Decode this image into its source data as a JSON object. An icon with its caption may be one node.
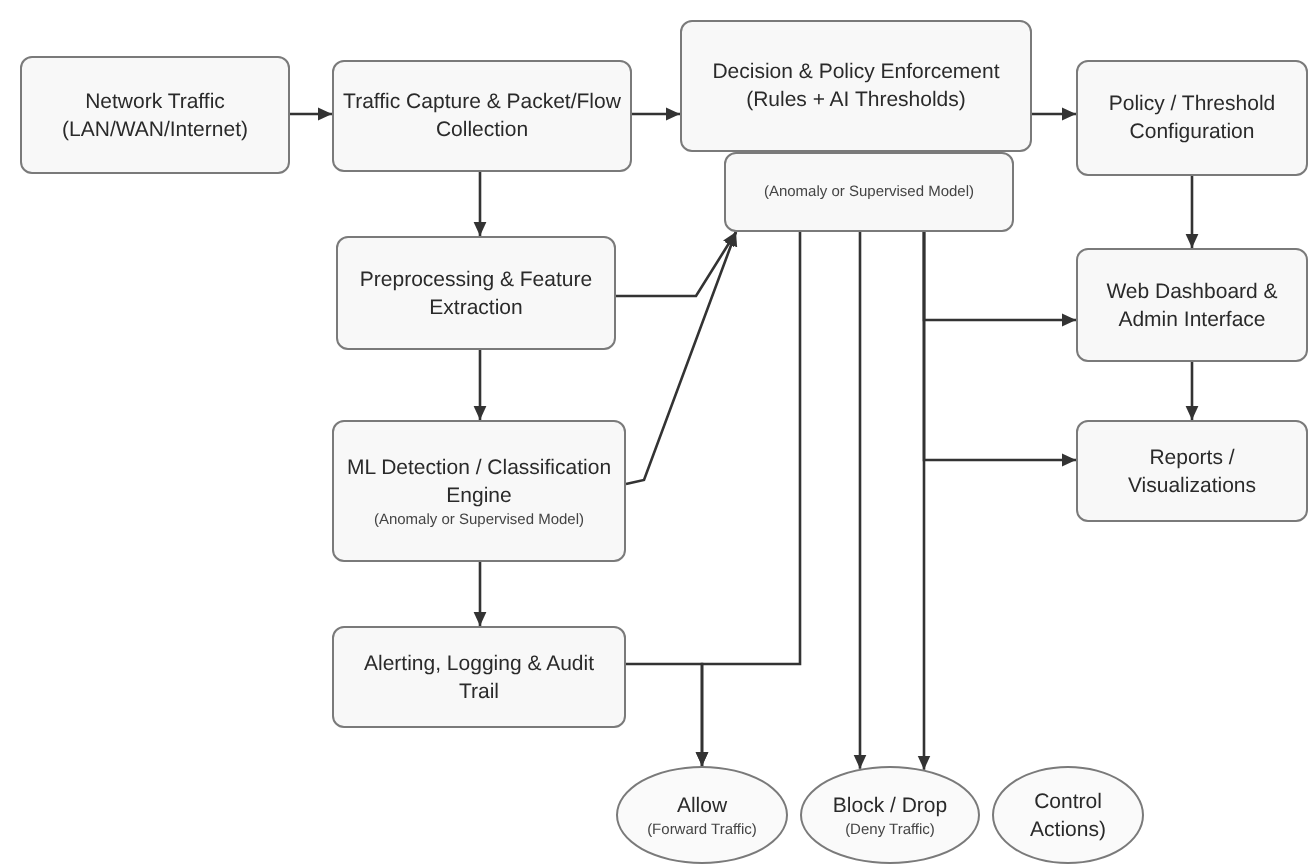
{
  "diagram": {
    "nodes": [
      {
        "text": [
          "Network Traffic",
          "(LAN/WAN/Internet)"
        ]
      },
      {
        "text": [
          "Traffic Capture & Packet/Flow Collection"
        ]
      },
      {
        "text": [
          "Decision & Policy Enforcement",
          "(Rules + AI Thresholds)"
        ]
      },
      {
        "text": [
          "(Anomaly or Supervised Model)"
        ]
      },
      {
        "text": [
          "Policy / Threshold Configuration"
        ]
      },
      {
        "text": [
          "Preprocessing & Feature Extraction"
        ]
      },
      {
        "text": [
          "Web Dashboard & Admin Interface"
        ]
      },
      {
        "text": [
          "ML Detection / Classification Engine",
          "(Anomaly or Supervised Model)"
        ]
      },
      {
        "text": [
          "Reports / Visualizations"
        ]
      },
      {
        "text": [
          "Alerting, Logging & Audit Trail"
        ]
      },
      {
        "text": [
          "Allow",
          "(Forward Traffic)"
        ]
      },
      {
        "text": [
          "Block / Drop",
          "(Deny Traffic)"
        ]
      },
      {
        "text": [
          "Control Actions)"
        ]
      }
    ],
    "edges": [
      {
        "from": 0,
        "to": 1,
        "arrow": "to"
      },
      {
        "from": 1,
        "to": 2,
        "arrow": "to"
      },
      {
        "from": 2,
        "to": 4,
        "arrow": "to"
      },
      {
        "from": 1,
        "to": 5,
        "arrow": "to"
      },
      {
        "from": 5,
        "to": 7,
        "arrow": "to"
      },
      {
        "from": 7,
        "to": 9,
        "arrow": "to"
      },
      {
        "from": 5,
        "to": 3,
        "arrow": "to"
      },
      {
        "from": 7,
        "to": 3,
        "arrow": "to"
      },
      {
        "from": 3,
        "to": 10,
        "arrow": "to"
      },
      {
        "from": 9,
        "to": 10,
        "arrow": "to"
      },
      {
        "from": 3,
        "to": 11,
        "arrow": "to"
      },
      {
        "from": 3,
        "to": 11,
        "arrow": "to"
      },
      {
        "from": 3,
        "to": 6,
        "arrow": "to"
      },
      {
        "from": 3,
        "to": 8,
        "arrow": "to"
      },
      {
        "from": 4,
        "to": 6,
        "arrow": "to"
      },
      {
        "from": 6,
        "to": 8,
        "arrow": "to"
      }
    ]
  }
}
